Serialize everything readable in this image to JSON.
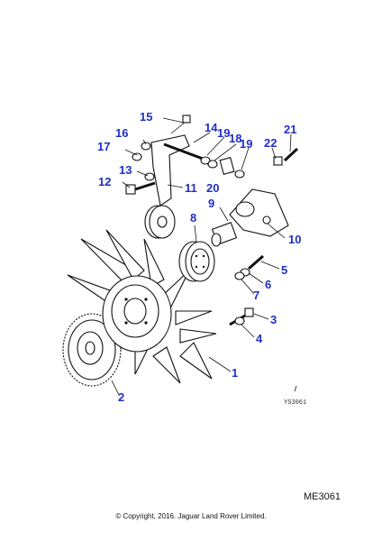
{
  "figure_code": "ME3061",
  "copyright": "© Copyright, 2016. Jaguar Land Rover Limited.",
  "drawing_code": "YS3061",
  "callouts": {
    "c1": "1",
    "c2": "2",
    "c3": "3",
    "c4": "4",
    "c5": "5",
    "c6": "6",
    "c7": "7",
    "c8": "8",
    "c9": "9",
    "c10": "10",
    "c11": "11",
    "c12": "12",
    "c13": "13",
    "c14": "14",
    "c15": "15",
    "c16": "16",
    "c17": "17",
    "c18": "18",
    "c19a": "19",
    "c19b": "19",
    "c20": "20",
    "c21": "21",
    "c22": "22"
  },
  "colors": {
    "callout": "#1f2fc8",
    "line": "#111111"
  }
}
